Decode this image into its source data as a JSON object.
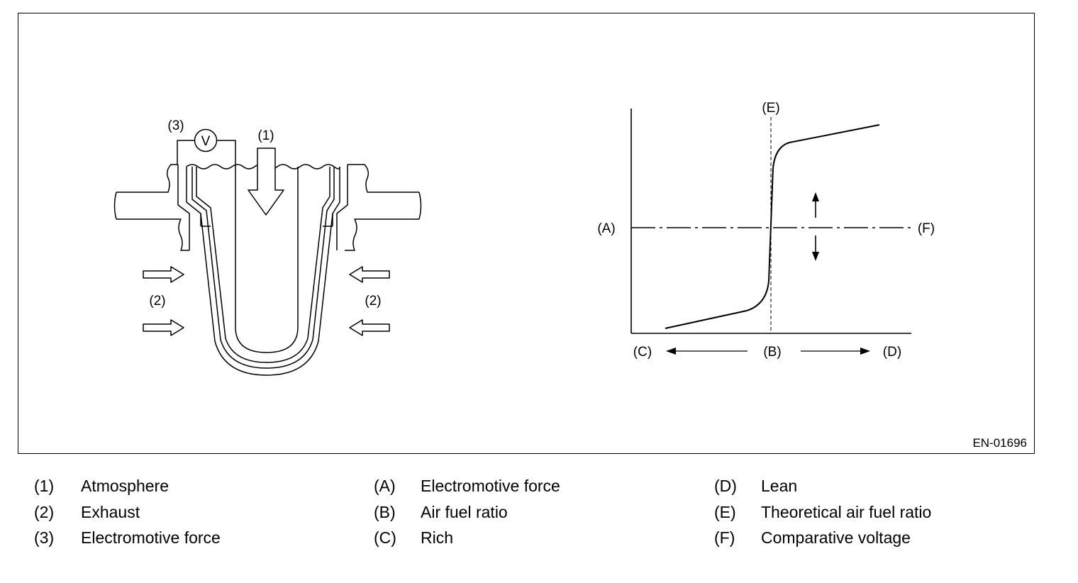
{
  "figure": {
    "code": "EN-01696",
    "sensor_labels": {
      "atmosphere": "(1)",
      "exhaust_left": "(2)",
      "exhaust_right": "(2)",
      "emf": "(3)",
      "voltmeter": "V"
    },
    "graph_labels": {
      "y_axis": "(A)",
      "x_center": "(B)",
      "x_left": "(C)",
      "x_right": "(D)",
      "stoich_line": "(E)",
      "compare_line": "(F)"
    }
  },
  "legend": {
    "columns": [
      [
        {
          "key": "(1)",
          "text": "Atmosphere"
        },
        {
          "key": "(2)",
          "text": "Exhaust"
        },
        {
          "key": "(3)",
          "text": "Electromotive force"
        }
      ],
      [
        {
          "key": "(A)",
          "text": "Electromotive force"
        },
        {
          "key": "(B)",
          "text": "Air fuel ratio"
        },
        {
          "key": "(C)",
          "text": "Rich"
        }
      ],
      [
        {
          "key": "(D)",
          "text": "Lean"
        },
        {
          "key": "(E)",
          "text": "Theoretical air fuel ratio"
        },
        {
          "key": "(F)",
          "text": "Comparative voltage"
        }
      ]
    ]
  }
}
